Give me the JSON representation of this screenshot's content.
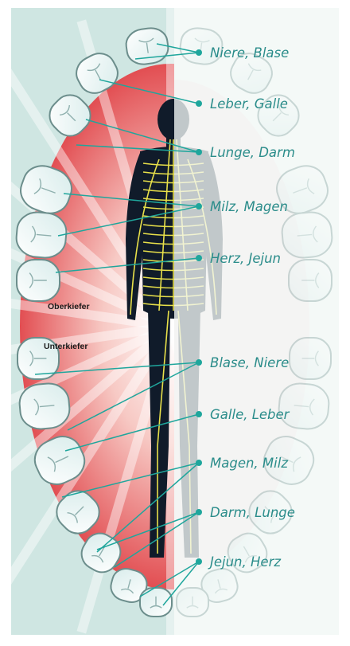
{
  "jaw_labels": {
    "upper": "Oberkiefer",
    "lower": "Unterkiefer"
  },
  "upper_organs": [
    "Niere, Blase",
    "Leber, Galle",
    "Lunge, Darm",
    "Milz, Magen",
    "Herz, Jejun"
  ],
  "lower_organs": [
    "Blase, Niere",
    "Galle, Leber",
    "Magen, Milz",
    "Darm, Lunge",
    "Jejun, Herz"
  ],
  "colors": {
    "line": "#1fa69c",
    "label": "#2a8c8a",
    "left_panel": "#cfe6e2",
    "right_panel": "#f3f8f7",
    "tooth_outline": "#6c8e8c",
    "glow": "#e0585a",
    "nerves": "#e8e04a",
    "body": "#101b2a"
  }
}
